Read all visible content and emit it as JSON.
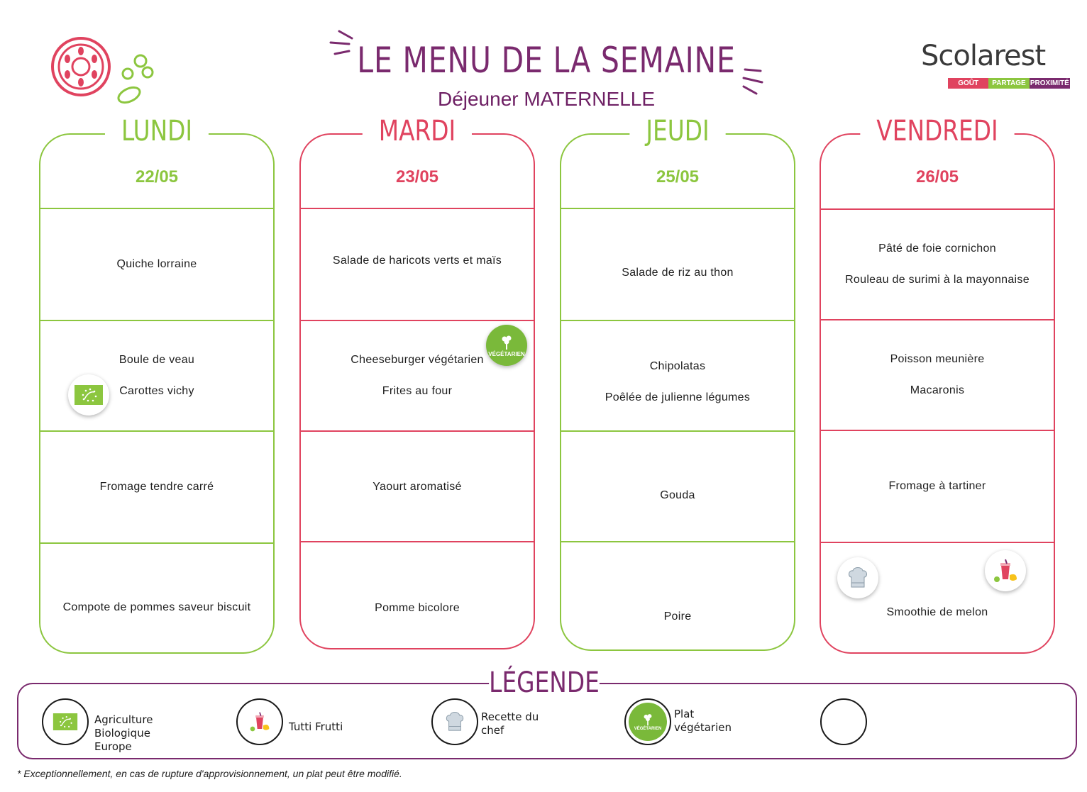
{
  "header": {
    "title": "LE MENU DE LA SEMAINE",
    "subtitle": "Déjeuner MATERNELLE"
  },
  "logo": {
    "name": "Scolarest",
    "tagline": [
      "GOÛT",
      "PARTAGE",
      "PROXIMITÉ"
    ]
  },
  "days": [
    {
      "name": "LUNDI",
      "date": "22/05",
      "courses": [
        [
          "Quiche lorraine"
        ],
        [
          "Boule de veau",
          "Carottes vichy"
        ],
        [
          "Fromage tendre carré"
        ],
        [
          "Compote de pommes saveur biscuit"
        ]
      ]
    },
    {
      "name": "MARDI",
      "date": "23/05",
      "courses": [
        [
          "Salade de haricots verts et maïs"
        ],
        [
          "Cheeseburger végétarien",
          "Frites au four"
        ],
        [
          "Yaourt aromatisé"
        ],
        [
          "Pomme bicolore"
        ]
      ]
    },
    {
      "name": "JEUDI",
      "date": "25/05",
      "courses": [
        [
          "Salade de riz au thon"
        ],
        [
          "Chipolatas",
          "Poêlée de julienne légumes"
        ],
        [
          "Gouda"
        ],
        [
          "Poire"
        ]
      ]
    },
    {
      "name": "VENDREDI",
      "date": "26/05",
      "courses": [
        [
          "Pâté de foie cornichon",
          "Rouleau de surimi à la mayonnaise"
        ],
        [
          "Poisson meunière",
          "Macaronis"
        ],
        [
          "Fromage à tartiner"
        ],
        [
          "Smoothie de melon"
        ]
      ]
    }
  ],
  "badges": {
    "veg_label": "VÉGÉTARIEN"
  },
  "legend": {
    "title": "LÉGENDE",
    "items": [
      {
        "icon": "organic-leaf-icon",
        "label": "Agriculture\nBiologique\nEurope"
      },
      {
        "icon": "tutti-frutti-icon",
        "label": "Tutti Frutti"
      },
      {
        "icon": "chef-hat-icon",
        "label": "Recette du\nchef"
      },
      {
        "icon": "vegetarian-icon",
        "label": "Plat\nvégétarien"
      },
      {
        "icon": "empty-circle",
        "label": ""
      }
    ]
  },
  "footnote": "* Exceptionnellement, en cas de rupture d'approvisionnement, un plat peut être modifié.",
  "colors": {
    "green": "#8cc63f",
    "red": "#e0435f",
    "purple": "#7a2a6e"
  }
}
